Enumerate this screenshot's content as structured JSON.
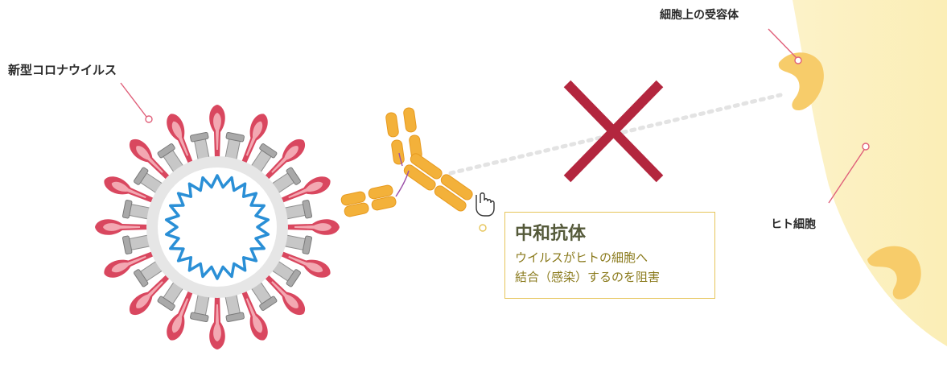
{
  "labels": {
    "virus": "新型コロナウイルス",
    "receptor": "細胞上の受容体",
    "human_cell": "ヒト細胞"
  },
  "callout": {
    "title": "中和抗体",
    "line1": "ウイルスがヒトの細胞へ",
    "line2": "結合（感染）するのを阻害"
  },
  "colors": {
    "spike": "#d9475f",
    "spike_light": "#f3a8b2",
    "virus_ring": "#2a8fd6",
    "antibody": "#f3b13a",
    "cross": "#b3263e",
    "cell": "#fbf0c2",
    "receptor": "#f7cc6a",
    "callout_border": "#e6c55a"
  },
  "icons": [
    "hand-pointer-icon",
    "cross-mark-icon"
  ]
}
